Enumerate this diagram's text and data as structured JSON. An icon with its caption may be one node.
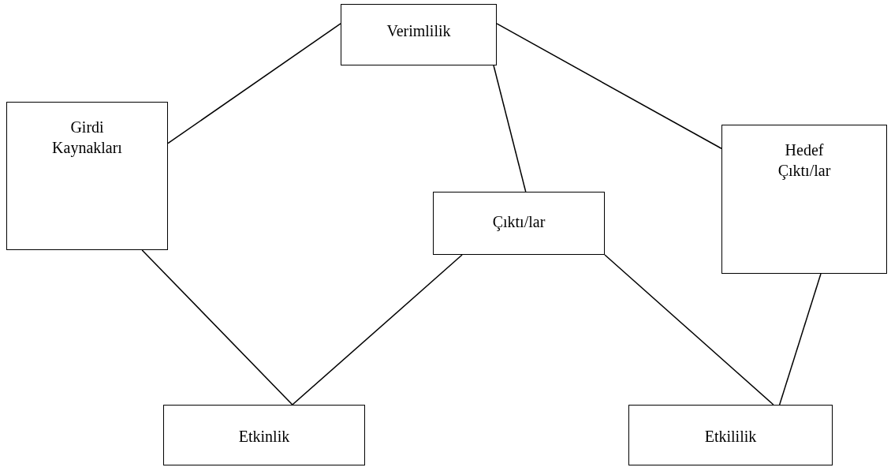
{
  "diagram": {
    "nodes": [
      {
        "text": [
          "Verimlilik"
        ]
      },
      {
        "text": [
          "Girdi Kaynakları"
        ]
      },
      {
        "text": [
          "Çıktı/lar"
        ]
      },
      {
        "text": [
          "Hedef Çıktı/lar"
        ]
      },
      {
        "text": [
          "Etkinlik"
        ]
      },
      {
        "text": [
          "Etkililik"
        ]
      }
    ],
    "edges": [
      {
        "from": 0,
        "to": 1,
        "arrow": "none"
      },
      {
        "from": 2,
        "to": 0,
        "arrow": "none"
      },
      {
        "from": 0,
        "to": 3,
        "arrow": "none"
      },
      {
        "from": 1,
        "to": 4,
        "arrow": "none"
      },
      {
        "from": 2,
        "to": 4,
        "arrow": "none"
      },
      {
        "from": 2,
        "to": 5,
        "arrow": "none"
      },
      {
        "from": 3,
        "to": 5,
        "arrow": "none"
      }
    ]
  }
}
